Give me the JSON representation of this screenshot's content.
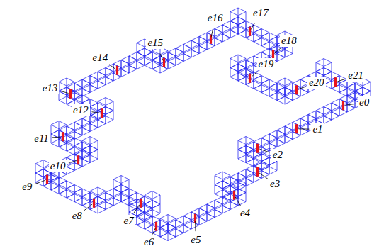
{
  "diagram": {
    "labels": [
      "e0",
      "e1",
      "e2",
      "e3",
      "e4",
      "e5",
      "e6",
      "e7",
      "e8",
      "e9",
      "e10",
      "e11",
      "e12",
      "e13",
      "e14",
      "e15",
      "e16",
      "e17",
      "e18",
      "e19",
      "e20",
      "e21"
    ]
  }
}
